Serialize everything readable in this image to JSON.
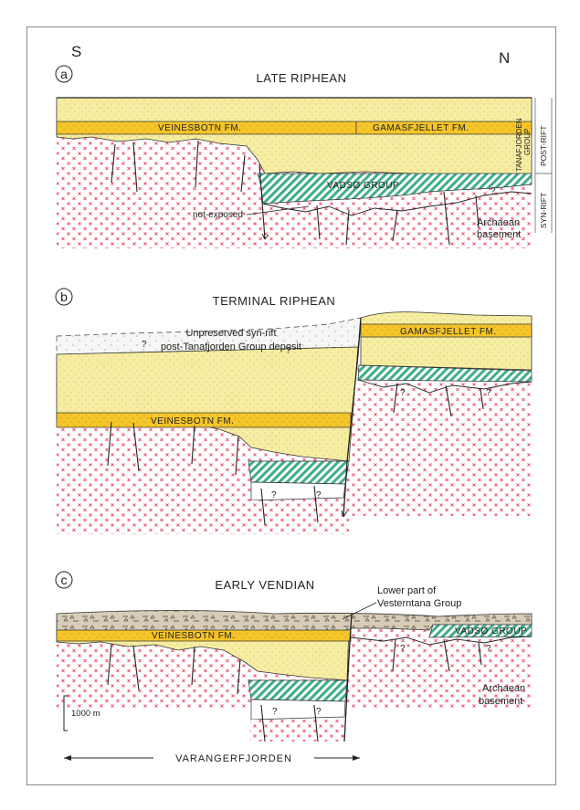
{
  "compass": {
    "south": "S",
    "north": "N"
  },
  "panels": [
    {
      "letter": "a",
      "title": "LATE RIPHEAN",
      "formations": [
        "VEINESBOTN FM.",
        "GAMASFJELLET FM.",
        "VADSØ GROUP"
      ],
      "labels": {
        "not_exposed": "not-exposed",
        "basement_1": "Archaean",
        "basement_2": "basement",
        "question": "?"
      },
      "side_labels": {
        "group_line1": "TANAFJORDEN",
        "group_line2": "GROUP",
        "post_rift": "POST-RIFT",
        "syn_rift": "SYN-RIFT"
      }
    },
    {
      "letter": "b",
      "title": "TERMINAL RIPHEAN",
      "formations": [
        "VEINESBOTN FM.",
        "GAMASFJELLET FM."
      ],
      "labels": {
        "unpreserved_1": "Unpreserved syn-rift",
        "unpreserved_2": "post-Tanafjorden Group deposit",
        "question": "?"
      }
    },
    {
      "letter": "c",
      "title": "EARLY VENDIAN",
      "formations": [
        "VEINESBOTN FM.",
        "VADSØ GROUP"
      ],
      "labels": {
        "lower_1": "Lower part of",
        "lower_2": "Vesterntana Group",
        "basement_1": "Archaean",
        "basement_2": "basement",
        "question": "?"
      }
    }
  ],
  "scale_bar": {
    "label": "1000 m"
  },
  "location": {
    "label": "VARANGERFJORDEN"
  },
  "colors": {
    "post_rift_fill": "#f7eda2",
    "formation_band": "#f5c52a",
    "basement_cross": "#e8546f",
    "vadso_hatch": "#3fae88",
    "vendian_fill": "#d9ccb6",
    "unpreserved_fill": "#f6f6f4"
  }
}
